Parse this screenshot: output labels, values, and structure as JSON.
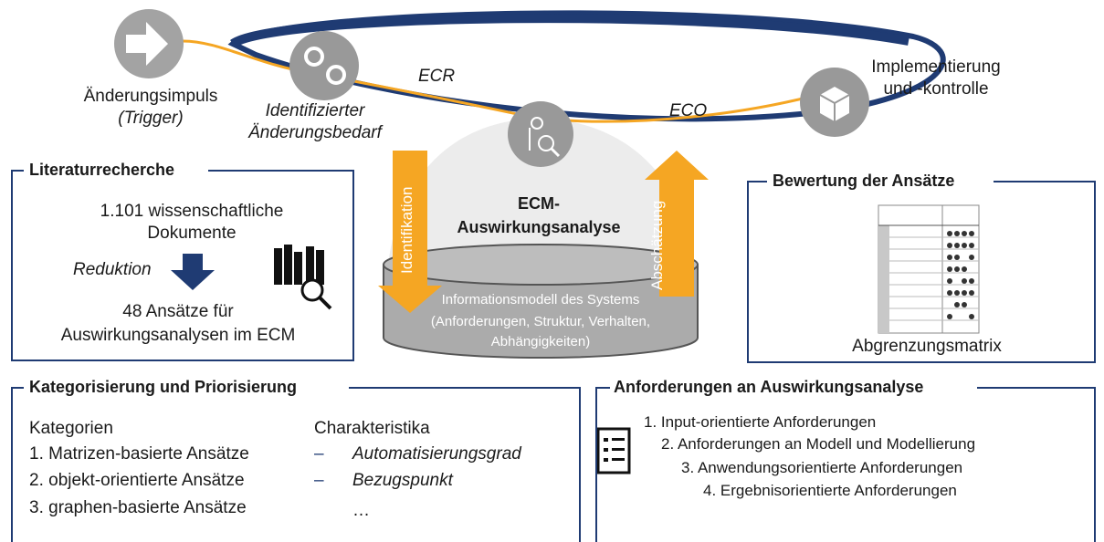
{
  "process": {
    "trigger_label": "Änderungsimpuls",
    "trigger_sub": "(Trigger)",
    "ident_line1": "Identifizierter",
    "ident_line2": "Änderungsbedarf",
    "ecr": "ECR",
    "eco": "ECO",
    "impl_line1": "Implementierung",
    "impl_line2": "und -kontrolle"
  },
  "center": {
    "title_line1": "ECM-",
    "title_line2": "Auswirkungsanalyse",
    "arrow_down": "Identifikation",
    "arrow_up": "Abschätzung",
    "model_line1": "Informationsmodell des Systems",
    "model_line2": "(Anforderungen, Struktur, Verhalten,",
    "model_line3": "Abhängigkeiten)"
  },
  "literature": {
    "title": "Literaturrecherche",
    "docs_line1": "1.101 wissenschaftliche",
    "docs_line2": "Dokumente",
    "reduction": "Reduktion",
    "result_line1": "48 Ansätze  für",
    "result_line2": "Auswirkungsanalysen im ECM"
  },
  "evaluation": {
    "title": "Bewertung der Ansätze",
    "caption": "Abgrenzungsmatrix"
  },
  "categorization": {
    "title": "Kategorisierung und Priorisierung",
    "categories_header": "Kategorien",
    "categories": [
      "1. Matrizen-basierte Ansätze",
      "2. objekt-orientierte Ansätze",
      "3. graphen-basierte Ansätze"
    ],
    "characteristics_header": "Charakteristika",
    "characteristics": [
      "Automatisierungsgrad",
      "Bezugspunkt"
    ],
    "ellipsis": "…"
  },
  "requirements": {
    "title": "Anforderungen an Auswirkungsanalyse",
    "items": [
      "1. Input-orientierte Anforderungen",
      "2. Anforderungen an Modell und Modellierung",
      "3. Anwendungsorientierte Anforderungen",
      "4. Ergebnisorientierte Anforderungen"
    ]
  },
  "colors": {
    "navy": "#1f3b73",
    "orange": "#f5a623",
    "gray": "#9e9e9e"
  }
}
